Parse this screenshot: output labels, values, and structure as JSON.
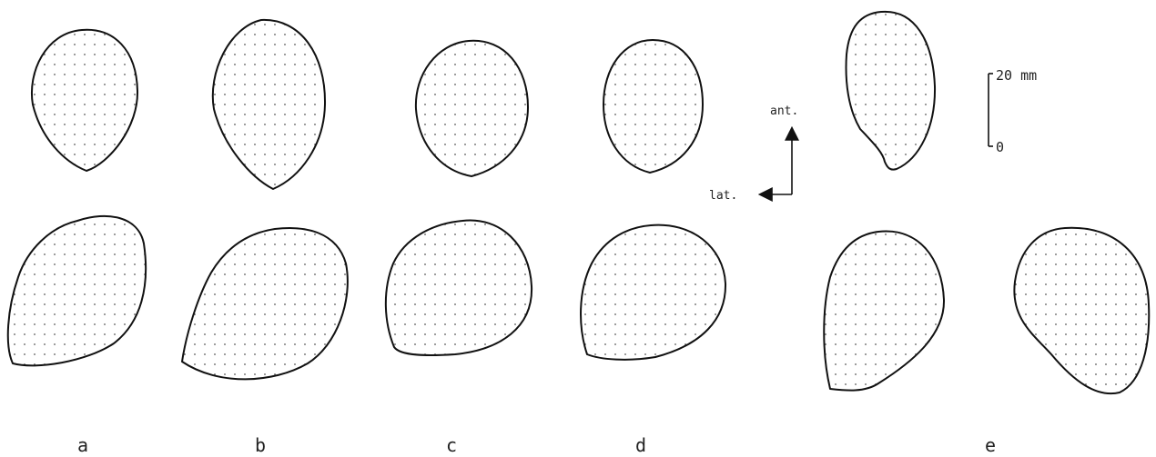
{
  "panel_labels": [
    "a",
    "b",
    "c",
    "d",
    "e"
  ],
  "orientation": {
    "anterior_label": "ant.",
    "lateral_label": "lat."
  },
  "scale_bar": {
    "top_label": "20 mm",
    "bottom_label": "0"
  },
  "colors": {
    "outline": "#111111",
    "stipple": "#555555",
    "background": "#ffffff"
  }
}
